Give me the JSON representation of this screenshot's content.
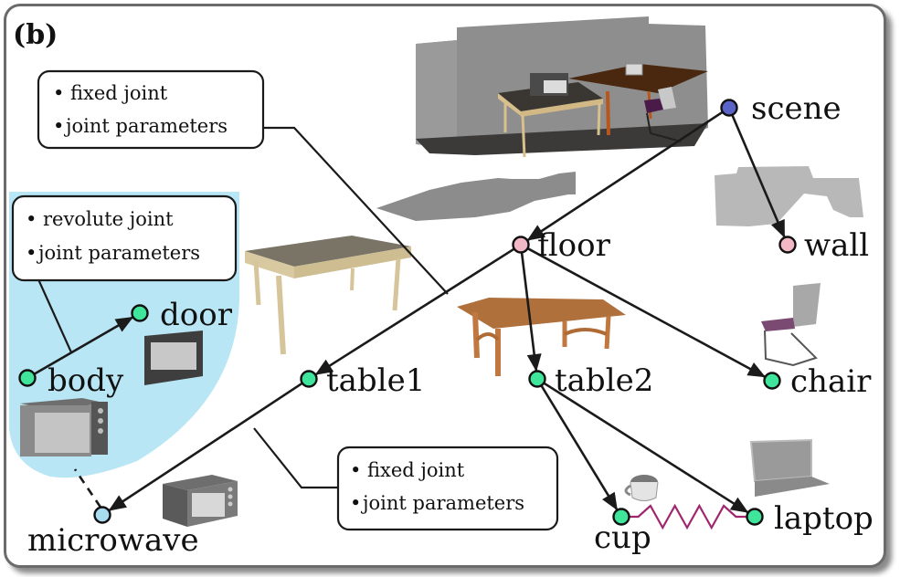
{
  "figure": {
    "panel_label": "(b)"
  },
  "colors": {
    "scene_node": "#5a64c8",
    "structure_node": "#f2b8c6",
    "object_node": "#3ee59a",
    "articulated_node": "#a8ddef",
    "articulation_region": "#b8e6f4",
    "spring": "#a0266e",
    "edge": "#1a1a1a"
  },
  "nodes": [
    {
      "id": "scene",
      "label": "scene",
      "type": "scene"
    },
    {
      "id": "floor",
      "label": "floor",
      "type": "structure"
    },
    {
      "id": "wall",
      "label": "wall",
      "type": "structure"
    },
    {
      "id": "table1",
      "label": "table1",
      "type": "object"
    },
    {
      "id": "table2",
      "label": "table2",
      "type": "object"
    },
    {
      "id": "chair",
      "label": "chair",
      "type": "object"
    },
    {
      "id": "cup",
      "label": "cup",
      "type": "object"
    },
    {
      "id": "laptop",
      "label": "laptop",
      "type": "object"
    },
    {
      "id": "microwave",
      "label": "microwave",
      "type": "articulated"
    },
    {
      "id": "body",
      "label": "body",
      "type": "object"
    },
    {
      "id": "door",
      "label": "door",
      "type": "object"
    }
  ],
  "edges": [
    {
      "from": "scene",
      "to": "floor",
      "style": "arrow"
    },
    {
      "from": "scene",
      "to": "wall",
      "style": "arrow"
    },
    {
      "from": "floor",
      "to": "table1",
      "style": "arrow"
    },
    {
      "from": "floor",
      "to": "table2",
      "style": "arrow"
    },
    {
      "from": "floor",
      "to": "chair",
      "style": "arrow"
    },
    {
      "from": "table1",
      "to": "microwave",
      "style": "arrow"
    },
    {
      "from": "table2",
      "to": "cup",
      "style": "arrow"
    },
    {
      "from": "table2",
      "to": "laptop",
      "style": "arrow"
    },
    {
      "from": "body",
      "to": "door",
      "style": "arrow"
    },
    {
      "from": "cup",
      "to": "laptop",
      "style": "spring"
    },
    {
      "from": "microwave",
      "to": "body",
      "style": "dashed"
    }
  ],
  "callouts": [
    {
      "id": "callout-floor-table1",
      "lines": [
        "fixed joint",
        "joint parameters"
      ]
    },
    {
      "id": "callout-body-door",
      "lines": [
        "revolute joint",
        "joint parameters"
      ]
    },
    {
      "id": "callout-table1-microwave",
      "lines": [
        "fixed joint",
        "joint parameters"
      ]
    }
  ],
  "thumbnails": [
    {
      "id": "scene-render",
      "depicts": "3D room scan with tables, microwave, laptop and chair"
    },
    {
      "id": "floor-render",
      "depicts": "floor mesh"
    },
    {
      "id": "wall-render",
      "depicts": "wall mesh"
    },
    {
      "id": "table1-render",
      "depicts": "light wooden table"
    },
    {
      "id": "table2-render",
      "depicts": "brown wooden table"
    },
    {
      "id": "chair-render",
      "depicts": "cantilever chair"
    },
    {
      "id": "cup-render",
      "depicts": "cup"
    },
    {
      "id": "laptop-render",
      "depicts": "laptop"
    },
    {
      "id": "microwave-render",
      "depicts": "microwave closed"
    },
    {
      "id": "body-render",
      "depicts": "microwave body open"
    },
    {
      "id": "door-render",
      "depicts": "microwave door"
    }
  ]
}
